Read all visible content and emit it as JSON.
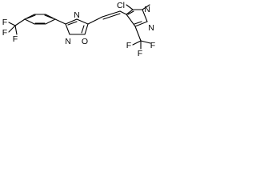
{
  "molecule": {
    "atoms": {
      "cl": "Cl",
      "n_methyl": "N",
      "n_pyrazole": "N",
      "n_oxadiazole_top": "N",
      "n_oxadiazole_bottom": "N",
      "o_oxadiazole": "O",
      "f_left_1": "F",
      "f_left_2": "F",
      "f_left_3": "F",
      "f_right_1": "F",
      "f_right_2": "F",
      "f_right_3": "F"
    }
  }
}
